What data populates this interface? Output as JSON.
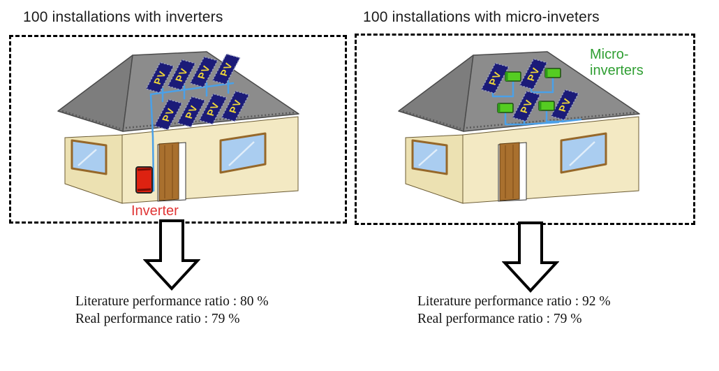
{
  "pv_label": "PV",
  "left": {
    "title": "100 installations with inverters",
    "device_label": "Inverter",
    "ratios": {
      "literature": "Literature performance ratio : 80 %",
      "real": "Real performance ratio : 79 %"
    }
  },
  "right": {
    "title": "100 installations with micro-inveters",
    "device_label_line1": "Micro-",
    "device_label_line2": "inverters",
    "ratios": {
      "literature": "Literature performance ratio : 92 %",
      "real": "Real performance ratio : 79 %"
    }
  },
  "colors": {
    "title-text": "#1a1a1a",
    "ratio-text": "#111111",
    "inverter-label": "#e03535",
    "micro-label": "#2f9e32",
    "inverter-box": "#dd2211",
    "micro-box": "#55cc22",
    "panel": "#1b1b78",
    "pv-text": "#f0d838",
    "wire": "#4aa0e8",
    "roof": "#8c8c8c",
    "roof-left": "#7d7d7d",
    "wall-front": "#f3e9c3",
    "wall-left": "#ece1b2",
    "window": "#aacdf0",
    "window-frame": "#96682a",
    "door": "#a9702e",
    "border": "#000000",
    "arrow-outline": "#000000",
    "arrow-fill": "#ffffff"
  }
}
